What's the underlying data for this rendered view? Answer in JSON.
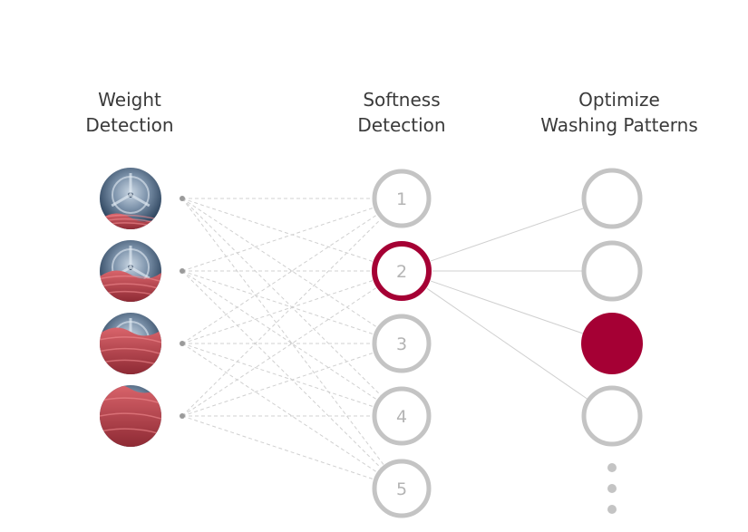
{
  "columns": {
    "weight": {
      "line1": "Weight",
      "line2": "Detection"
    },
    "softness": {
      "line1": "Softness",
      "line2": "Detection"
    },
    "optimize": {
      "line1": "Optimize",
      "line2": "Washing Patterns"
    }
  },
  "weight_levels": [
    {
      "name": "load-level-1",
      "fill": 0.25
    },
    {
      "name": "load-level-2",
      "fill": 0.5
    },
    {
      "name": "load-level-3",
      "fill": 0.75
    },
    {
      "name": "load-level-4",
      "fill": 1.0
    }
  ],
  "softness_nodes": [
    {
      "label": "1",
      "active": false
    },
    {
      "label": "2",
      "active": true
    },
    {
      "label": "3",
      "active": false
    },
    {
      "label": "4",
      "active": false
    },
    {
      "label": "5",
      "active": false
    }
  ],
  "pattern_nodes": [
    {
      "selected": false
    },
    {
      "selected": false
    },
    {
      "selected": true
    },
    {
      "selected": false
    }
  ],
  "colors": {
    "accent": "#a50034",
    "ring": "#c4c4c4",
    "line": "#d0d0d0",
    "fabric": "#c34a52",
    "drum": "#2f4a66"
  }
}
